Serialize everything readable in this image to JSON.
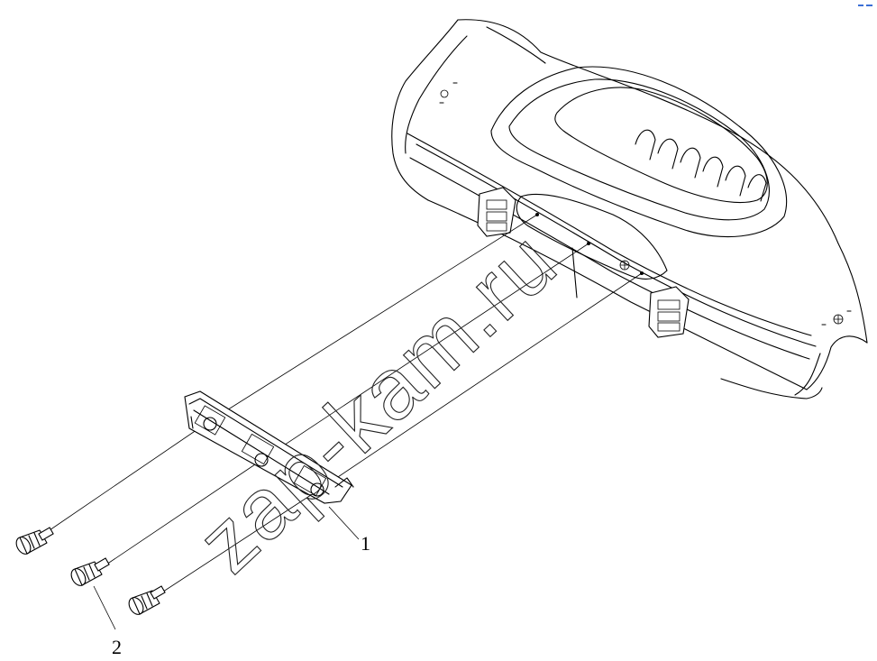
{
  "callouts": {
    "part_1": "1",
    "part_2": "2"
  },
  "watermark": "zap-kam.ru",
  "colors": {
    "line": "#000000",
    "background": "#ffffff",
    "corner_mark": "#3b6fd6"
  }
}
